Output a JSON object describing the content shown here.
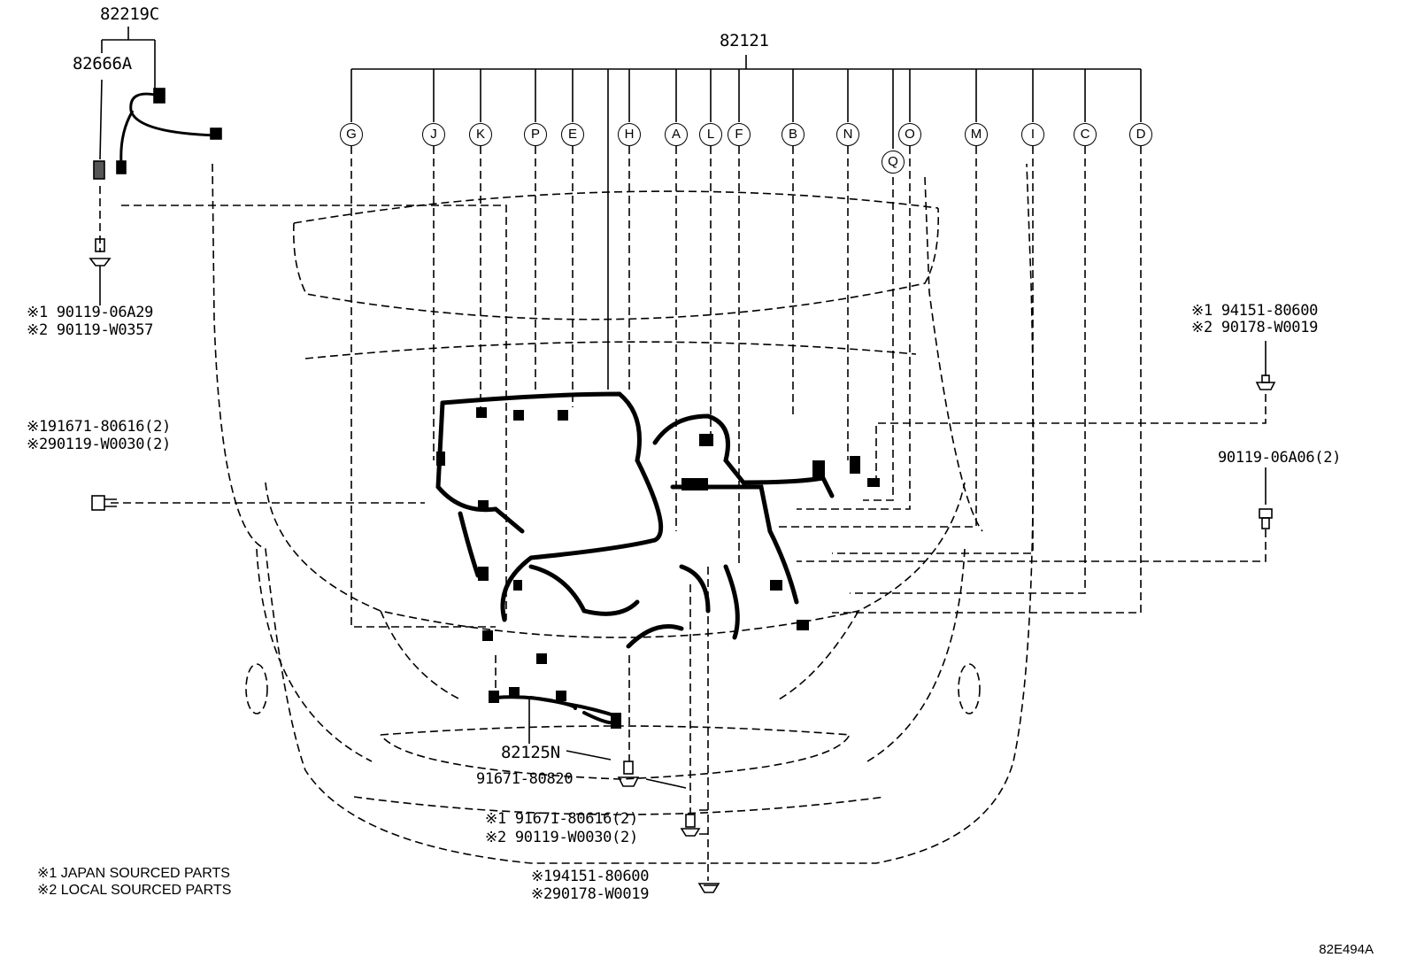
{
  "assembly": {
    "main_harness": "82121",
    "sub_harness": "82219C",
    "sub_part": "82666A",
    "front_harness": "82125N"
  },
  "callouts": [
    "G",
    "J",
    "K",
    "P",
    "E",
    "H",
    "A",
    "L",
    "F",
    "B",
    "N",
    "Q",
    "O",
    "M",
    "I",
    "C",
    "D"
  ],
  "fasteners": {
    "left_top": {
      "line1": "※1 90119-06A29",
      "line2": "※2 90119-W0357"
    },
    "left_mid": {
      "line1": "※191671-80616(2)",
      "line2": "※290119-W0030(2)"
    },
    "right_top": {
      "line1": "※1 94151-80600",
      "line2": "※2 90178-W0019"
    },
    "right_mid": {
      "line1": "90119-06A06(2)"
    },
    "bottom_1": {
      "line1": "91671-80820"
    },
    "bottom_2": {
      "line1": "※1 91671-80616(2)",
      "line2": "※2 90119-W0030(2)"
    },
    "bottom_3": {
      "line1": "※194151-80600",
      "line2": "※290178-W0019"
    }
  },
  "notes": [
    "※1 JAPAN SOURCED PARTS",
    "※2 LOCAL SOURCED PARTS"
  ],
  "diagram_code": "82E494A"
}
